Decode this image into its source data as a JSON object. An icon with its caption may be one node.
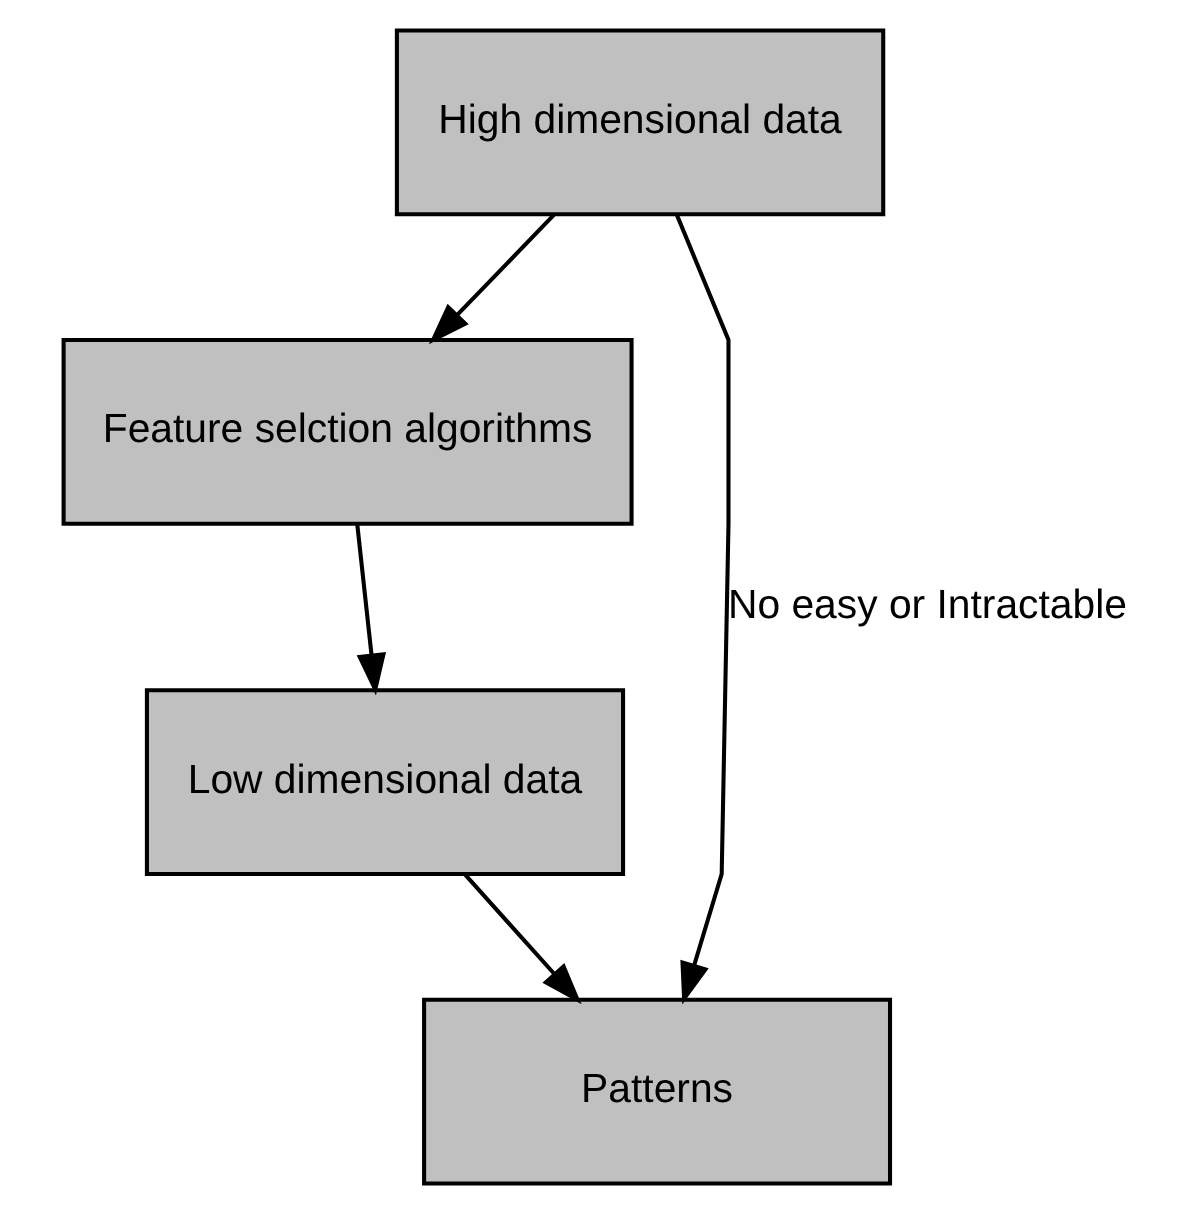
{
  "diagram": {
    "nodes": [
      {
        "text": [
          "High dimensional data"
        ]
      },
      {
        "text": [
          "Feature selction algorithms"
        ]
      },
      {
        "text": [
          "Low dimensional data"
        ]
      },
      {
        "text": [
          "Patterns"
        ]
      }
    ],
    "edges": [
      {
        "from": 0,
        "to": 1,
        "arrow": "to"
      },
      {
        "from": 1,
        "to": 2,
        "arrow": "to"
      },
      {
        "from": 2,
        "to": 3,
        "arrow": "to"
      },
      {
        "from": 0,
        "to": 3,
        "arrow": "to",
        "label": "No easy or Intractable"
      }
    ]
  }
}
